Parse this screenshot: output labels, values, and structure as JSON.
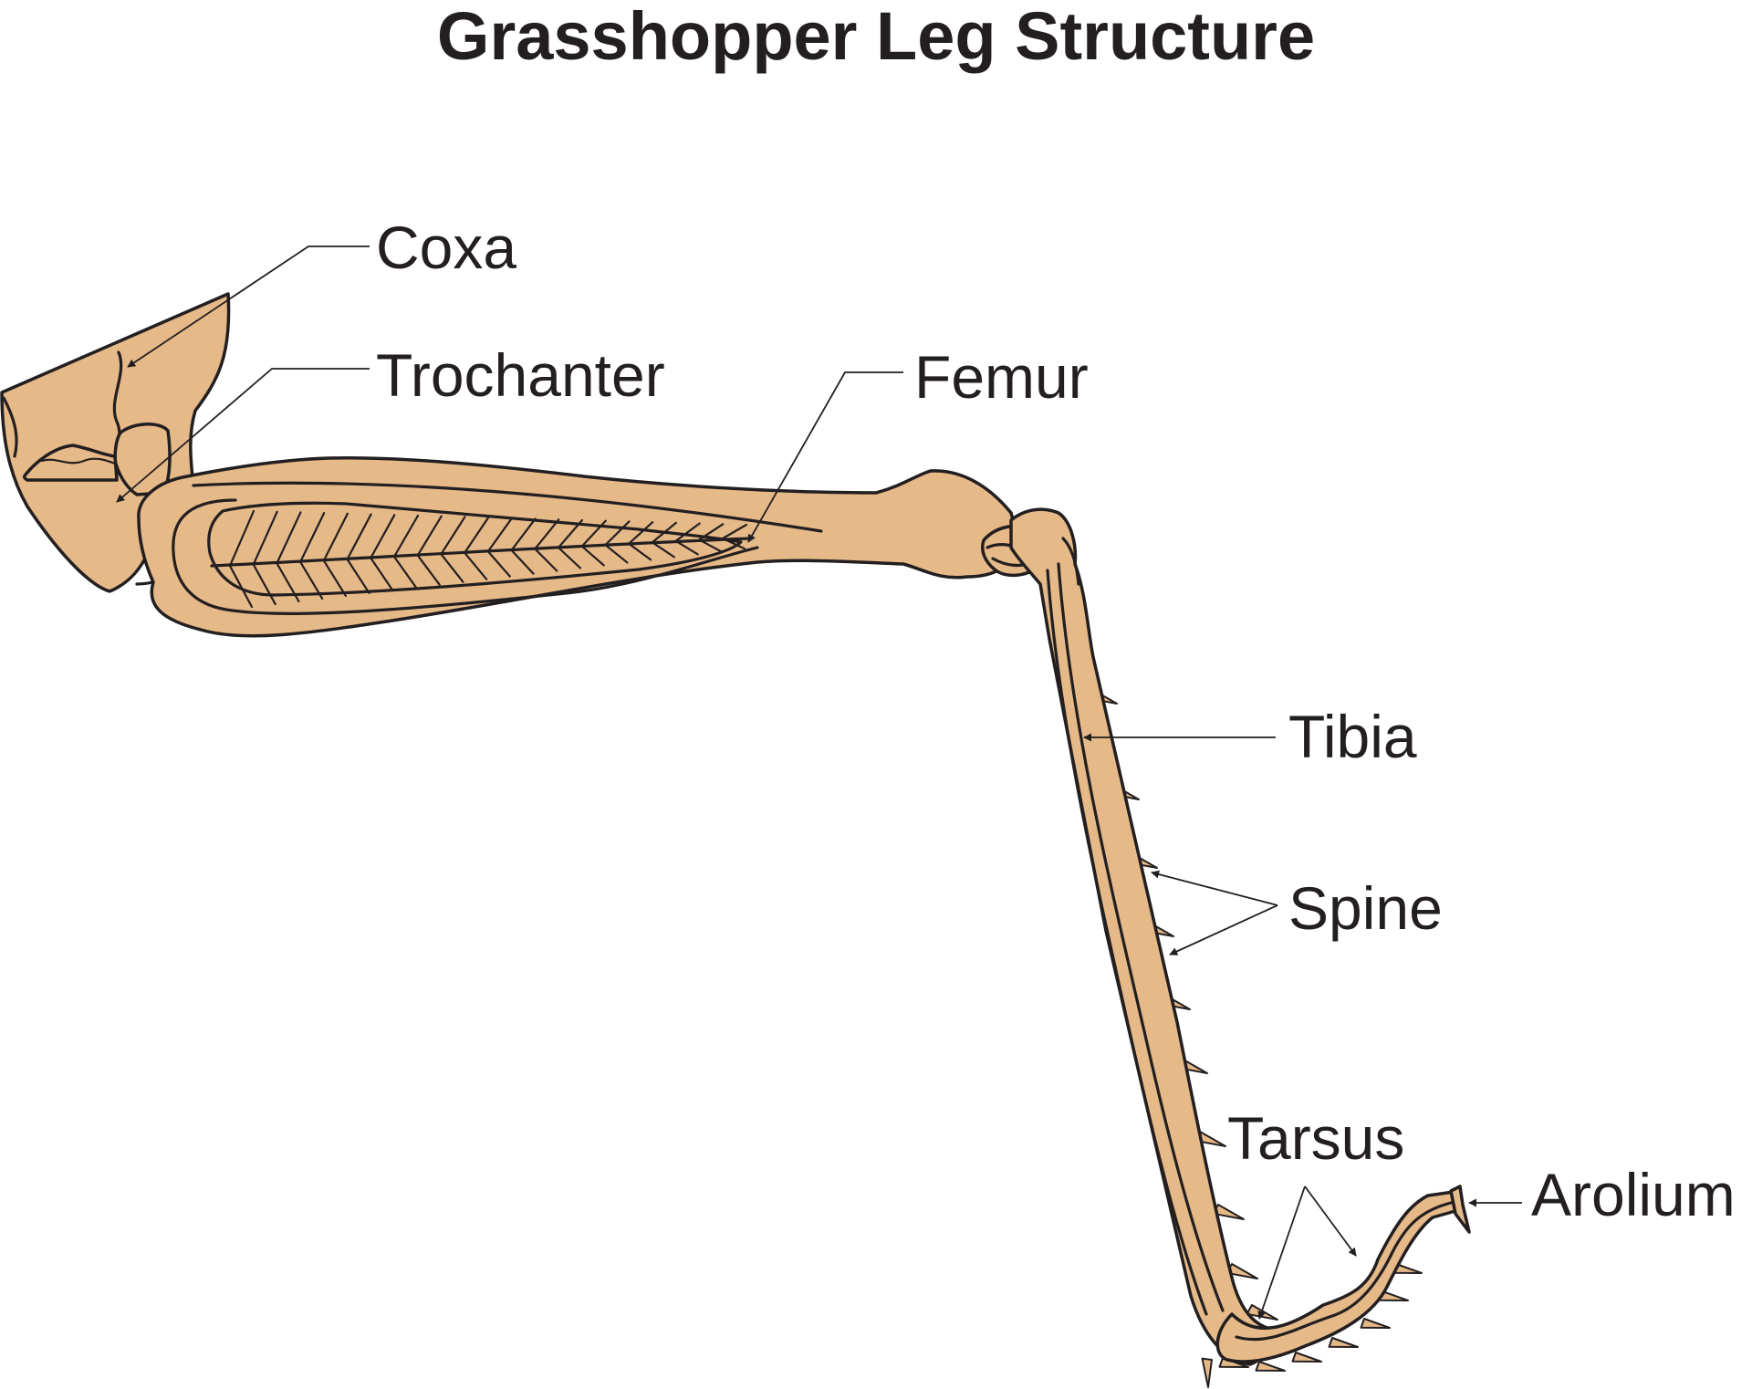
{
  "title": "Grasshopper Leg Structure",
  "colors": {
    "limb_fill": "#e6b989",
    "outline": "#231f20",
    "background": "#ffffff"
  },
  "labels": {
    "coxa": "Coxa",
    "trochanter": "Trochanter",
    "femur": "Femur",
    "tibia": "Tibia",
    "spine": "Spine",
    "tarsus": "Tarsus",
    "arolium": "Arolium"
  }
}
